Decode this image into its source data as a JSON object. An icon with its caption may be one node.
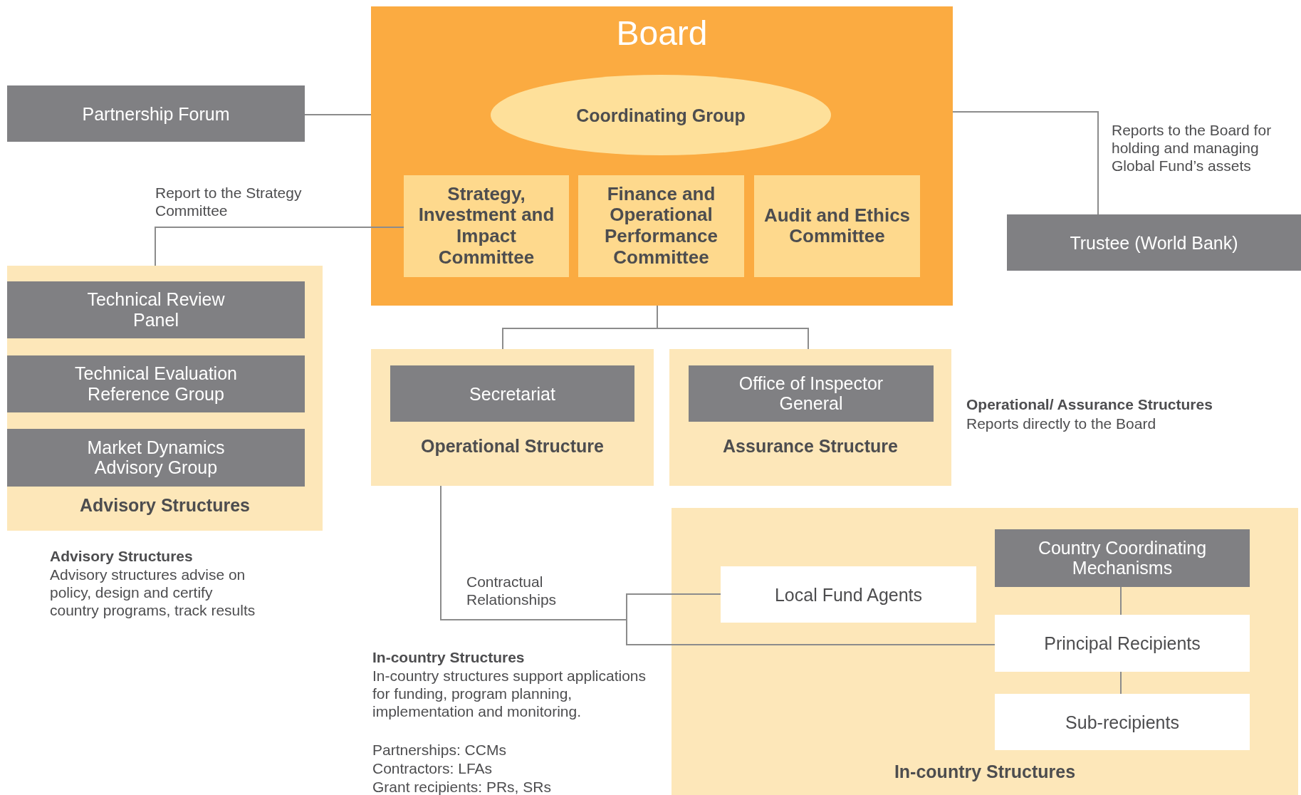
{
  "diagram": {
    "nodes": [
      {
        "text": [
          "Board"
        ]
      },
      {
        "text": [
          "Coordinating Group"
        ],
        "in": 0
      },
      {
        "text": [
          "Strategy, Investment and Impact Committee"
        ],
        "in": 0
      },
      {
        "text": [
          "Finance and Operational Performance Committee"
        ],
        "in": 0
      },
      {
        "text": [
          "Audit and Ethics Committee"
        ],
        "in": 0
      },
      {
        "text": [
          "Partnership Forum"
        ]
      },
      {
        "text": [
          "Trustee (World Bank)"
        ],
        "beside": [
          "Reports to the Board for holding and managing Global Fund’s assets"
        ]
      },
      {
        "text": [
          "Advisory Structures"
        ]
      },
      {
        "text": [
          "Technical Review Panel"
        ],
        "in": 7
      },
      {
        "text": [
          "Technical Evaluation Reference Group"
        ],
        "in": 7
      },
      {
        "text": [
          "Market Dynamics Advisory Group"
        ],
        "in": 7
      },
      {
        "text": [
          "Operational Structure"
        ]
      },
      {
        "text": [
          "Secretariat"
        ],
        "in": 11
      },
      {
        "text": [
          "Assurance Structure"
        ]
      },
      {
        "text": [
          "Office of Inspector General"
        ],
        "in": 13
      },
      {
        "text": [
          "In-country Structures"
        ]
      },
      {
        "text": [
          "Country Coordinating Mechanisms"
        ],
        "in": 15
      },
      {
        "text": [
          "Local Fund Agents"
        ],
        "in": 15
      },
      {
        "text": [
          "Principal Recipients"
        ],
        "in": 15
      },
      {
        "text": [
          "Sub-recipients"
        ],
        "in": 15
      }
    ],
    "edges": [
      {
        "from": 5,
        "to": 0,
        "arrow": "none"
      },
      {
        "from": 0,
        "to": 6,
        "arrow": "none"
      },
      {
        "from": 7,
        "to": 2,
        "arrow": "none",
        "label": "Report to the Strategy Committee"
      },
      {
        "from": 0,
        "to": 11,
        "arrow": "none"
      },
      {
        "from": 0,
        "to": 13,
        "arrow": "none"
      },
      {
        "from": 11,
        "to": 17,
        "arrow": "none",
        "label": "Contractual Relationships"
      },
      {
        "from": 11,
        "to": 18,
        "arrow": "none"
      },
      {
        "from": 16,
        "to": 18,
        "arrow": "none"
      },
      {
        "from": 18,
        "to": 19,
        "arrow": "none"
      }
    ],
    "labels": [
      "Operational/ Assurance Structures",
      "Reports directly to the Board",
      "Advisory Structures",
      "Advisory structures advise on policy, design and certify country programs, track results",
      "In-country Structures",
      "In-country structures support applications for funding, program planning, implementation and monitoring.",
      "Partnerships: CCMs",
      "Contractors: LFAs",
      "Grant recipients: PRs, SRs"
    ]
  }
}
